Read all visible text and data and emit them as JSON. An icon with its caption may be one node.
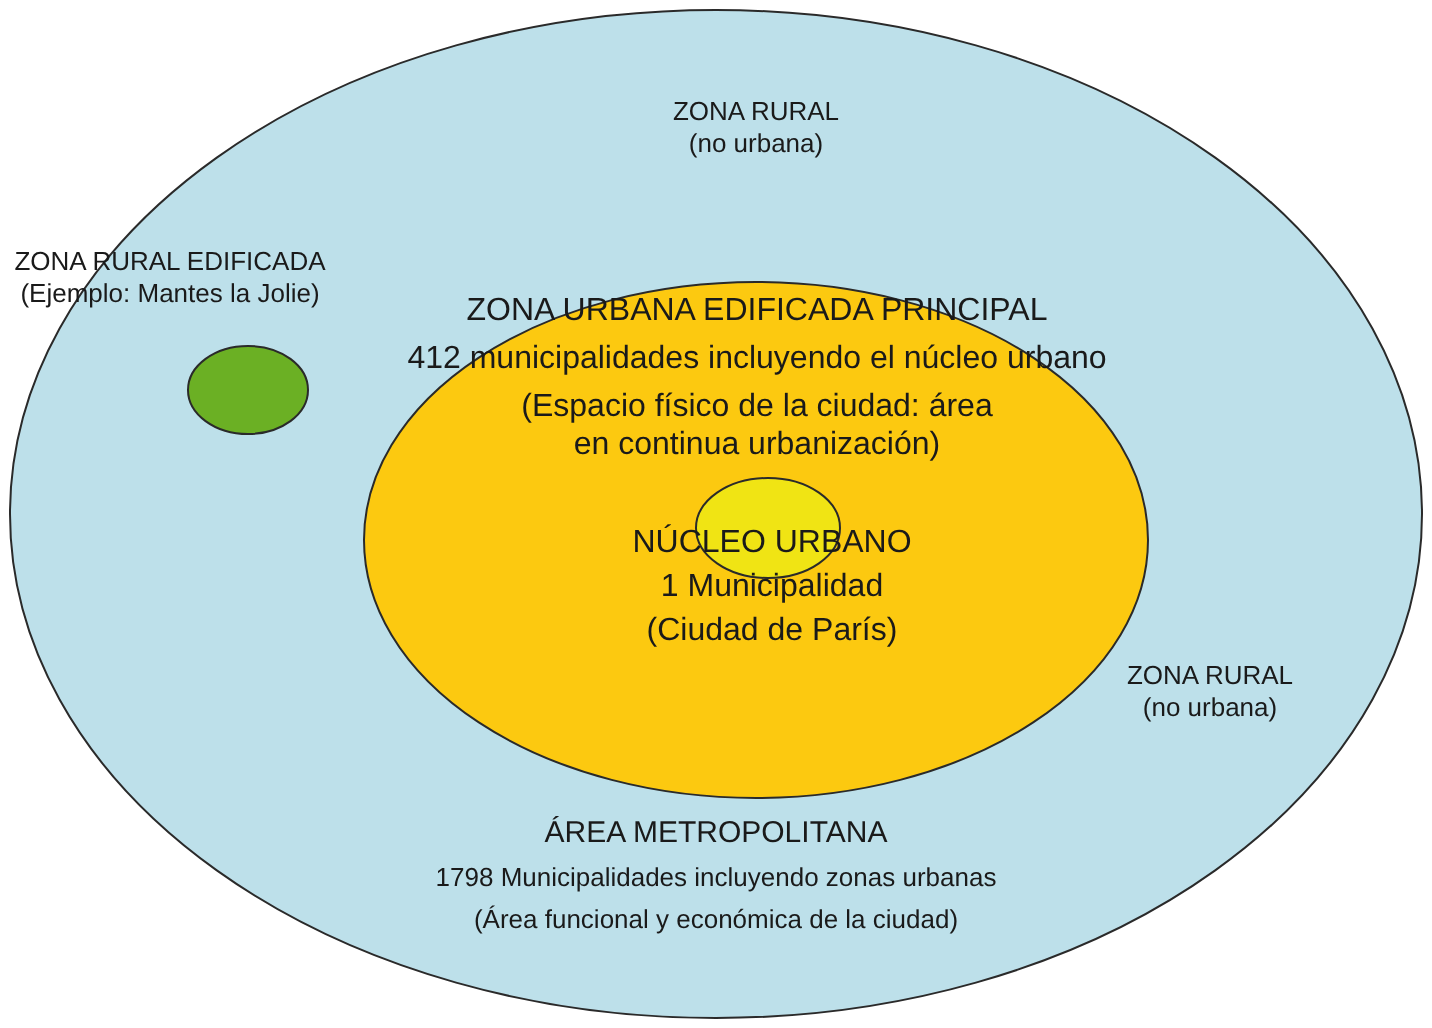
{
  "diagram": {
    "nodes": [
      {
        "text": [
          "ÁREA METROPOLITANA",
          "1798 Municipalidades incluyendo zonas urbanas",
          "(Área funcional y económica de la ciudad)"
        ]
      },
      {
        "text": [
          "ZONA RURAL EDIFICADA (Ejemplo: Mantes la Jolie)"
        ],
        "in": 0
      },
      {
        "text": [
          "ZONA URBANA EDIFICADA PRINCIPAL",
          "412 municipalidades incluyendo el núcleo urbano",
          "(Espacio físico de la ciudad: área en continua urbanización)"
        ],
        "in": 0
      },
      {
        "text": [
          "NÚCLEO URBANO",
          "1 Municipalidad",
          "(Ciudad de París)"
        ],
        "in": 2
      }
    ],
    "labels": [
      "ZONA RURAL (no urbana)",
      "ZONA RURAL (no urbana)"
    ]
  }
}
